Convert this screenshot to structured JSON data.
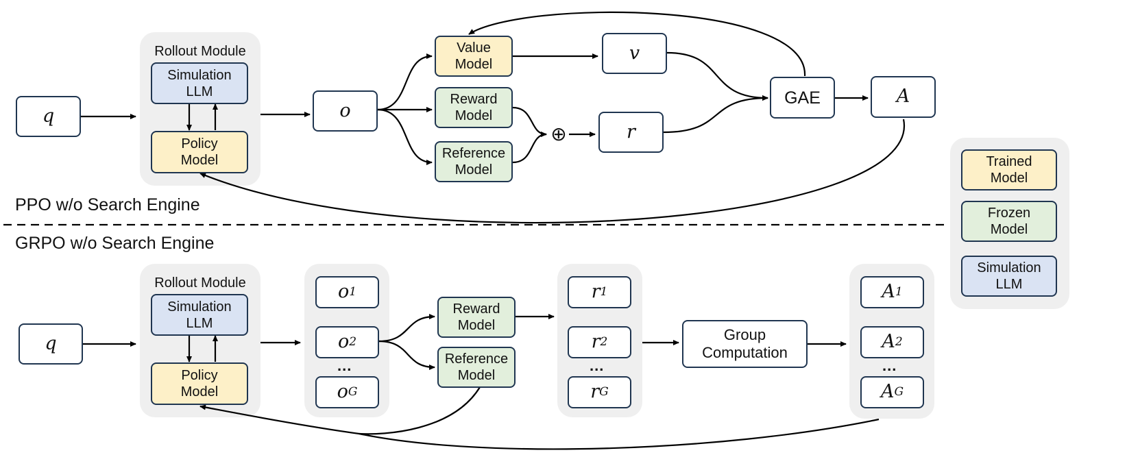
{
  "ppo": {
    "title": "PPO w/o Search Engine",
    "query": "q",
    "rollout_caption": "Rollout Module",
    "simulation_llm": "Simulation\nLLM",
    "policy_model": "Policy\nModel",
    "output": "o",
    "value_model": "Value\nModel",
    "reward_model": "Reward\nModel",
    "reference_model": "Reference\nModel",
    "oplus": "⊕",
    "value": "v",
    "reward": "r",
    "gae": "GAE",
    "advantage": "A"
  },
  "grpo": {
    "title": "GRPO w/o Search Engine",
    "query": "q",
    "rollout_caption": "Rollout Module",
    "simulation_llm": "Simulation\nLLM",
    "policy_model": "Policy\nModel",
    "outputs": [
      {
        "base": "o",
        "sub": "1"
      },
      {
        "base": "o",
        "sub": "2"
      },
      {
        "base": "o",
        "sub": "G"
      }
    ],
    "reward_model": "Reward\nModel",
    "reference_model": "Reference\nModel",
    "rewards": [
      {
        "base": "r",
        "sub": "1"
      },
      {
        "base": "r",
        "sub": "2"
      },
      {
        "base": "r",
        "sub": "G"
      }
    ],
    "group_computation": "Group\nComputation",
    "advantages": [
      {
        "base": "A",
        "sub": "1"
      },
      {
        "base": "A",
        "sub": "2"
      },
      {
        "base": "A",
        "sub": "G"
      }
    ],
    "ellipsis": "..."
  },
  "legend": {
    "trained": "Trained\nModel",
    "frozen": "Frozen\nModel",
    "simulation": "Simulation\nLLM"
  },
  "colors": {
    "trained": "#fdf0c8",
    "frozen": "#e2efdc",
    "simulation": "#dae3f3",
    "panel": "#efefef",
    "border": "#1f3550"
  }
}
